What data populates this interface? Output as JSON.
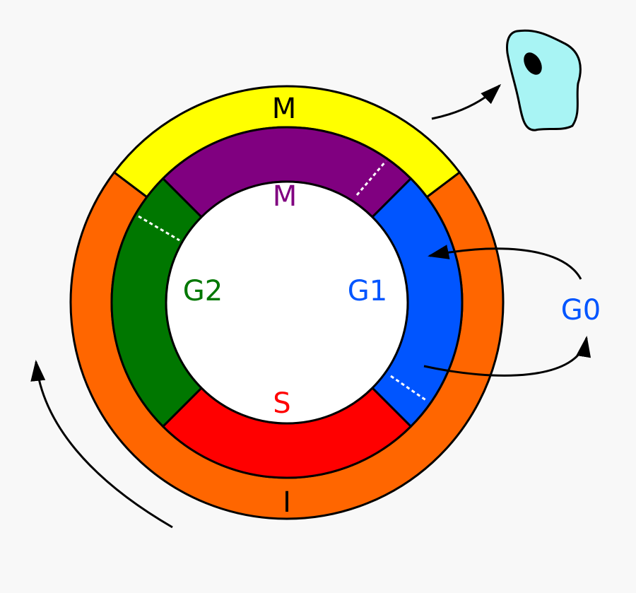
{
  "outer_ring": {
    "mitosis_label": "M",
    "interphase_label": "I",
    "colors": {
      "mitosis": "#ffff00",
      "interphase": "#ff6600"
    }
  },
  "inner_ring": {
    "m_label": "M",
    "g1_label": "G1",
    "s_label": "S",
    "g2_label": "G2",
    "colors": {
      "m": "#800080",
      "g1": "#0055ff",
      "s": "#ff0000",
      "g2": "#007700"
    }
  },
  "g0": {
    "label": "G0",
    "color": "#0055ff"
  },
  "cell": {
    "fill": "#a8f4f4",
    "nucleus": "#000000"
  },
  "icons": [
    "cycle-direction-arrow-icon",
    "exit-arrow-icon",
    "g0-entry-arrow-icon",
    "g0-return-arrow-icon",
    "cell-icon"
  ]
}
